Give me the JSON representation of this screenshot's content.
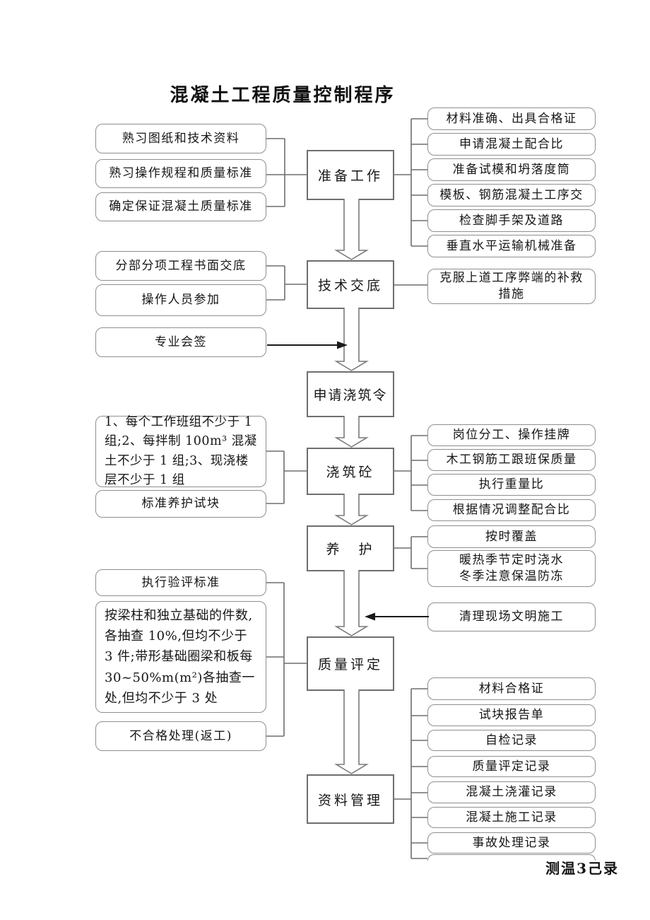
{
  "title": "混凝土工程质量控制程序",
  "flow": {
    "step1": "准备工作",
    "step2": "技术交底",
    "step3": "申请浇筑令",
    "step4": "浇筑砼",
    "step5": "养　护",
    "step6": "质量评定",
    "step7": "资料管理"
  },
  "left": {
    "l1": "熟习图纸和技术资料",
    "l2": "熟习操作规程和质量标准",
    "l3": "确定保证混凝土质量标准",
    "l4": "分部分项工程书面交底",
    "l5": "操作人员参加",
    "l6": "专业会签",
    "l7": "1、每个工作班组不少于 1 组;2、每拌制 100m³ 混凝土不少于 1 组;3、现浇楼层不少于 1 组",
    "l8": "标准养护试块",
    "l9": "执行验评标准",
    "l10": "按梁柱和独立基础的件数,各抽查 10%,但均不少于 3 件;带形基础圈梁和板每 30~50%m(m²)各抽查一处,但均不少于 3 处",
    "l11": "不合格处理(返工)"
  },
  "right": {
    "r1": "材料准确、出具合格证",
    "r2": "申请混凝土配合比",
    "r3": "准备试模和坍落度筒",
    "r4": "模板、钢筋混凝土工序交",
    "r5": "检查脚手架及道路",
    "r6": "垂直水平运输机械准备",
    "r7": "克服上道工序弊端的补救\n措施",
    "r8": "岗位分工、操作挂牌",
    "r9": "木工钢筋工跟班保质量",
    "r10": "执行重量比",
    "r11": "根据情况调整配合比",
    "r12": "按时覆盖",
    "r13": "暖热季节定时浇水\n冬季注意保温防冻",
    "r14": "清理现场文明施工",
    "r15": "材料合格证",
    "r16": "试块报告单",
    "r17": "自检记录",
    "r18": "质量评定记录",
    "r19": "混凝土浇灌记录",
    "r20": "混凝土施工记录",
    "r21": "事故处理记录"
  },
  "caption": "测温3己录",
  "colors": {
    "line_gray": "#6e6e6e",
    "side_border": "#8f8f8f",
    "arrow_black": "#1a1a1a",
    "text": "#161616",
    "background": "#ffffff"
  }
}
